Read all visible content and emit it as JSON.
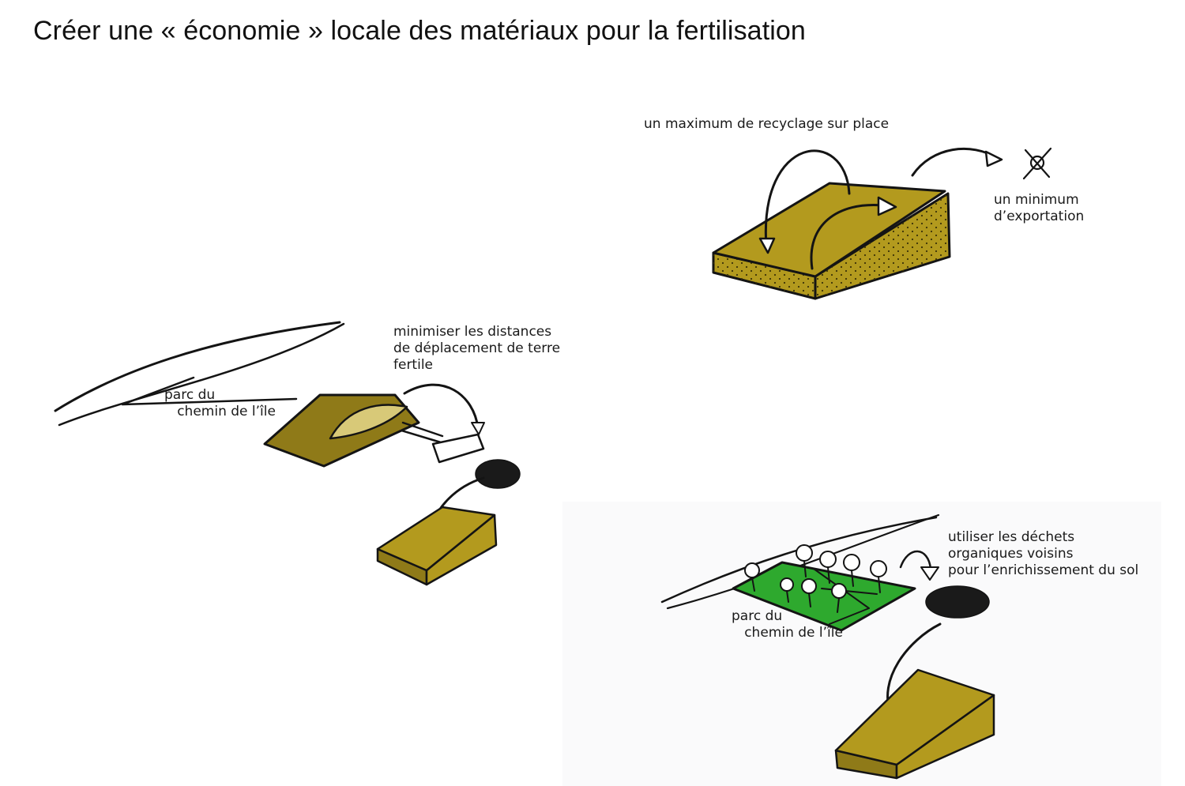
{
  "title": "Créer une « économie » locale des matériaux pour la fertilisation",
  "sketch_top_right": {
    "caption_recycling": "un maximum de recyclage sur place",
    "caption_export": "un minimum\nd’exportation"
  },
  "sketch_left": {
    "caption_distances": "minimiser les distances\nde déplacement de terre\nfertile",
    "park_label": "parc du\n   chemin de l’île"
  },
  "sketch_bottom_right": {
    "caption_waste": "utiliser les déchets\norganiques voisins\npour l’enrichissement du sol",
    "park_label": "parc du\n   chemin de l’île"
  },
  "colors": {
    "soil": "#b39a1e",
    "soil_dark": "#8a7416",
    "green": "#2ea92e",
    "ink": "#141414",
    "panel": "#fafafb"
  }
}
